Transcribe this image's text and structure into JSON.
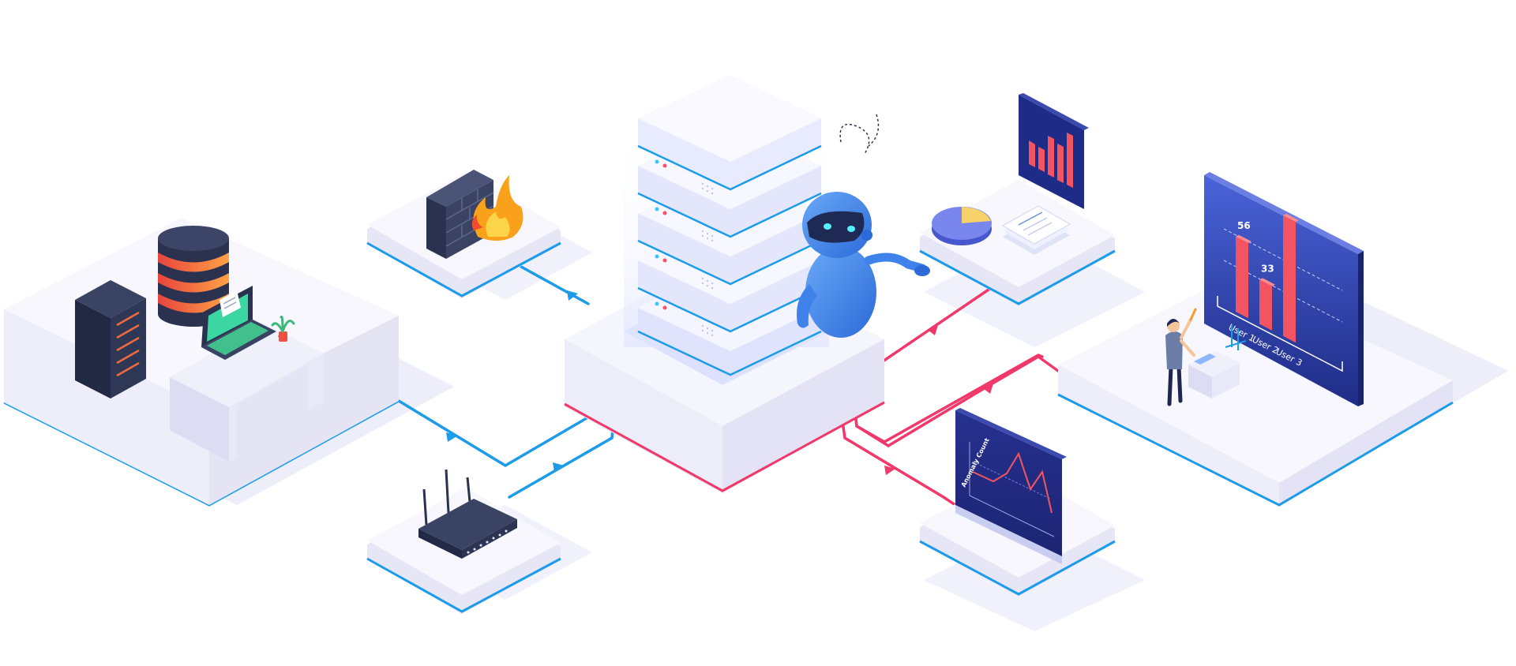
{
  "colors": {
    "flow_blue": "#1c9be8",
    "flow_red": "#f1386a",
    "platform_top": "#f7f7fd",
    "platform_side": "#e6e6f7",
    "shadow": "#e3e4f6",
    "navy": "#2d3350",
    "chart_bar": "#f25561",
    "chart_bg_top": "#4a63d8",
    "chart_bg_bottom": "#1f2c87",
    "robot_blue": "#3e82ea"
  },
  "icons": [
    "database-icon",
    "server-rack-icon",
    "laptop-icon",
    "plant-icon",
    "firewall-icon",
    "fire-icon",
    "router-icon",
    "robot-icon",
    "pie-chart-icon",
    "document-stack-icon",
    "bar-chart-icon",
    "line-chart-icon",
    "person-icon"
  ],
  "analytics_board": {
    "bars": [
      {
        "label": "User 1",
        "value": 56
      },
      {
        "label": "User 2",
        "value": 33
      },
      {
        "label": "User 3",
        "value": 90
      }
    ]
  },
  "anomaly_monitor": {
    "axis_label": "Anomaly Count"
  }
}
